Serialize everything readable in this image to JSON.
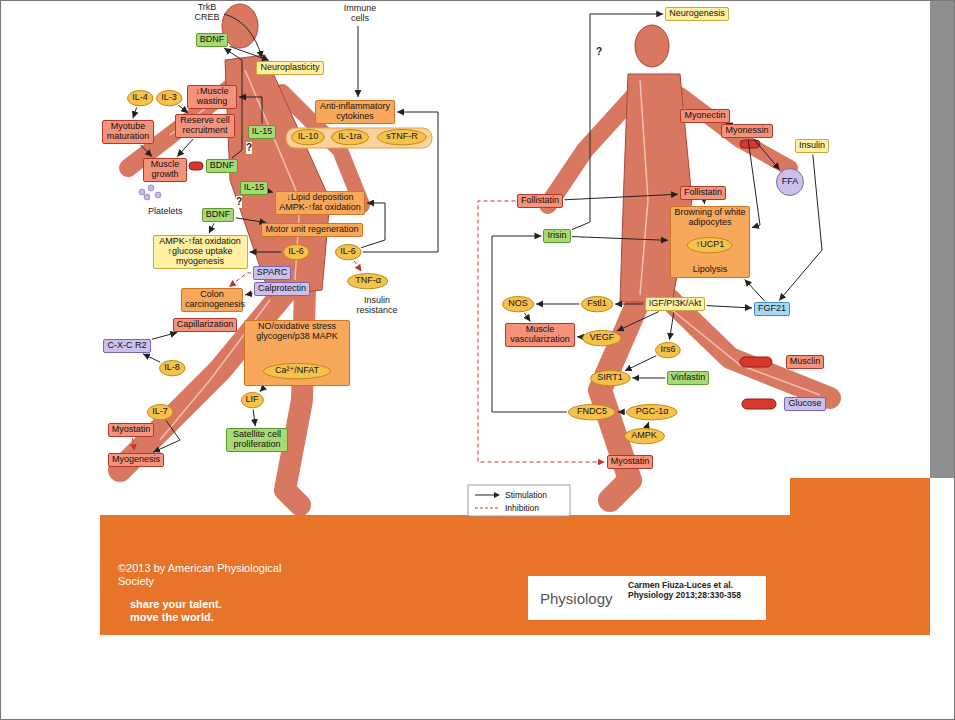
{
  "diagram": {
    "nodes": [
      {
        "text": [
          "BDNF"
        ]
      },
      {
        "text": [
          "Neuroplasticity"
        ]
      },
      {
        "text": [
          "↓Muscle wasting"
        ]
      },
      {
        "text": [
          "IL-4"
        ]
      },
      {
        "text": [
          "IL-3"
        ]
      },
      {
        "text": [
          "Anti-inflammatory cytokines"
        ]
      },
      {
        "text": [
          "IL-10"
        ]
      },
      {
        "text": [
          "IL-1ra"
        ]
      },
      {
        "text": [
          "sTNF-R"
        ]
      },
      {
        "text": [
          "Reserve cell recruitment"
        ]
      },
      {
        "text": [
          "Myotube maturation"
        ]
      },
      {
        "text": [
          "IL-15"
        ]
      },
      {
        "text": [
          "Muscle growth"
        ]
      },
      {
        "text": [
          "BDNF"
        ]
      },
      {
        "text": [
          "IL-15"
        ]
      },
      {
        "text": [
          "↓Lipid deposition AMPK-↑fat oxidation"
        ]
      },
      {
        "text": [
          "BDNF"
        ]
      },
      {
        "text": [
          "Motor unit regeneration"
        ]
      },
      {
        "text": [
          "AMPK-↑fat oxidation ↑glucose uptake myogenesis"
        ]
      },
      {
        "text": [
          "IL-6"
        ]
      },
      {
        "text": [
          "IL-6"
        ]
      },
      {
        "text": [
          "SPARC"
        ]
      },
      {
        "text": [
          "TNF-α"
        ]
      },
      {
        "text": [
          "Calprotectin"
        ]
      },
      {
        "text": [
          "Colon carcinogenesis"
        ]
      },
      {
        "text": [
          "Capillarization"
        ]
      },
      {
        "text": [
          "NO/oxidative stress glycogen/p38 MAPK"
        ]
      },
      {
        "text": [
          "Ca²⁺/NFAT"
        ],
        "in": 26
      },
      {
        "text": [
          "C-X-C R2"
        ]
      },
      {
        "text": [
          "IL-8"
        ]
      },
      {
        "text": [
          "LIF"
        ]
      },
      {
        "text": [
          "IL-7"
        ]
      },
      {
        "text": [
          "Myostatin"
        ]
      },
      {
        "text": [
          "Satellite cell proliferation"
        ]
      },
      {
        "text": [
          "Myogenesis"
        ]
      },
      {
        "text": [
          "Neurogenesis"
        ]
      },
      {
        "text": [
          "Myonectin"
        ]
      },
      {
        "text": [
          "Myonessin"
        ]
      },
      {
        "text": [
          "Insulin"
        ]
      },
      {
        "text": [
          "FFA"
        ]
      },
      {
        "text": [
          "Follistatin"
        ]
      },
      {
        "text": [
          "Follistatin"
        ]
      },
      {
        "text": [
          "Browning of white adipocytes",
          "Lipolysis"
        ]
      },
      {
        "text": [
          "↑UCP1"
        ],
        "in": 42
      },
      {
        "text": [
          "Irisin"
        ]
      },
      {
        "text": [
          "NOS"
        ]
      },
      {
        "text": [
          "Fstl1"
        ]
      },
      {
        "text": [
          "IGF/PI3K/Akt"
        ]
      },
      {
        "text": [
          "FGF21"
        ]
      },
      {
        "text": [
          "Muscle vascularization"
        ]
      },
      {
        "text": [
          "VEGF"
        ]
      },
      {
        "text": [
          "Irs6"
        ]
      },
      {
        "text": [
          "Musclin"
        ]
      },
      {
        "text": [
          "SIRT1"
        ]
      },
      {
        "text": [
          "Vinfastin"
        ]
      },
      {
        "text": [
          "Glucose"
        ]
      },
      {
        "text": [
          "FNDC5"
        ]
      },
      {
        "text": [
          "PGC-1α"
        ]
      },
      {
        "text": [
          "AMPK"
        ]
      },
      {
        "text": [
          "Myostatin"
        ]
      }
    ],
    "edges": [
      {
        "from": 0,
        "to": 1,
        "arrow": "to"
      },
      {
        "from": 13,
        "to": 0,
        "arrow": "to"
      },
      {
        "from": 3,
        "to": 10,
        "arrow": "to"
      },
      {
        "from": 4,
        "to": 9,
        "arrow": "to"
      },
      {
        "from": 11,
        "to": 2,
        "arrow": "to"
      },
      {
        "from": 10,
        "to": 12,
        "arrow": "to"
      },
      {
        "from": 9,
        "to": 12,
        "arrow": "to"
      },
      {
        "from": 14,
        "to": 15,
        "arrow": "to"
      },
      {
        "from": 16,
        "to": 18,
        "arrow": "to"
      },
      {
        "from": 16,
        "to": 17,
        "arrow": "to"
      },
      {
        "from": 19,
        "to": 18,
        "arrow": "to"
      },
      {
        "from": 20,
        "to": 15,
        "arrow": "to"
      },
      {
        "from": 20,
        "to": 5,
        "arrow": "to"
      },
      {
        "from": 20,
        "to": 22,
        "arrow": "to"
      },
      {
        "from": 21,
        "to": 24,
        "arrow": "to"
      },
      {
        "from": 23,
        "to": 24,
        "arrow": "to"
      },
      {
        "from": 29,
        "to": 28,
        "arrow": "to"
      },
      {
        "from": 28,
        "to": 25,
        "arrow": "to"
      },
      {
        "from": 26,
        "to": 30,
        "arrow": "to"
      },
      {
        "from": 30,
        "to": 33,
        "arrow": "to"
      },
      {
        "from": 31,
        "to": 34,
        "arrow": "to"
      },
      {
        "from": 32,
        "to": 34,
        "arrow": "to"
      },
      {
        "from": 44,
        "to": 35,
        "arrow": "to"
      },
      {
        "from": 40,
        "to": 41,
        "arrow": "to"
      },
      {
        "from": 41,
        "to": 42,
        "arrow": "to"
      },
      {
        "from": 44,
        "to": 42,
        "arrow": "to"
      },
      {
        "from": 36,
        "to": 37,
        "arrow": "to"
      },
      {
        "from": 37,
        "to": 39,
        "arrow": "to"
      },
      {
        "from": 37,
        "to": 42,
        "arrow": "to"
      },
      {
        "from": 38,
        "to": 48,
        "arrow": "to"
      },
      {
        "from": 48,
        "to": 42,
        "arrow": "to"
      },
      {
        "from": 47,
        "to": 48,
        "arrow": "to"
      },
      {
        "from": 47,
        "to": 46,
        "arrow": "to"
      },
      {
        "from": 46,
        "to": 45,
        "arrow": "to"
      },
      {
        "from": 45,
        "to": 49,
        "arrow": "to"
      },
      {
        "from": 50,
        "to": 49,
        "arrow": "to"
      },
      {
        "from": 47,
        "to": 50,
        "arrow": "to"
      },
      {
        "from": 47,
        "to": 51,
        "arrow": "to"
      },
      {
        "from": 51,
        "to": 53,
        "arrow": "to"
      },
      {
        "from": 54,
        "to": 53,
        "arrow": "to"
      },
      {
        "from": 58,
        "to": 57,
        "arrow": "to"
      },
      {
        "from": 57,
        "to": 56,
        "arrow": "to"
      },
      {
        "from": 56,
        "to": 44,
        "arrow": "to"
      },
      {
        "from": 40,
        "to": 59,
        "arrow": "to"
      }
    ],
    "labels": [
      "TrkB CREB",
      "Immune cells",
      "?",
      "?",
      "Platelets",
      "Insulin resistance",
      "?",
      "©2013 by American Physiological Society",
      "Physiology",
      "Carmen Fiuza-Luces et al. Physiology 2013;28:330-358",
      "share your talent. move the world."
    ],
    "legend": [
      {
        "text": "Stimulation"
      },
      {
        "text": "Inhibition"
      }
    ]
  }
}
